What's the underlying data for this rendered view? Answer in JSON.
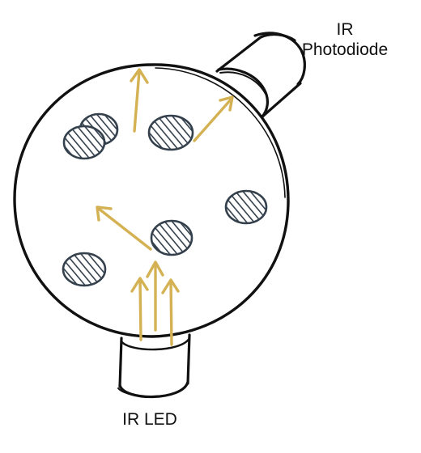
{
  "labels": {
    "photodiode_line1": "IR",
    "photodiode_line2": "Photodiode",
    "led": "IR LED"
  },
  "colors": {
    "outline": "#111111",
    "arrow": "#d4b254",
    "particle_fill": "#7d8893",
    "particle_stroke": "#34404c"
  },
  "icons": {
    "arrow_head": "open-v-arrowhead",
    "particle_pattern": "diagonal-hatch"
  }
}
